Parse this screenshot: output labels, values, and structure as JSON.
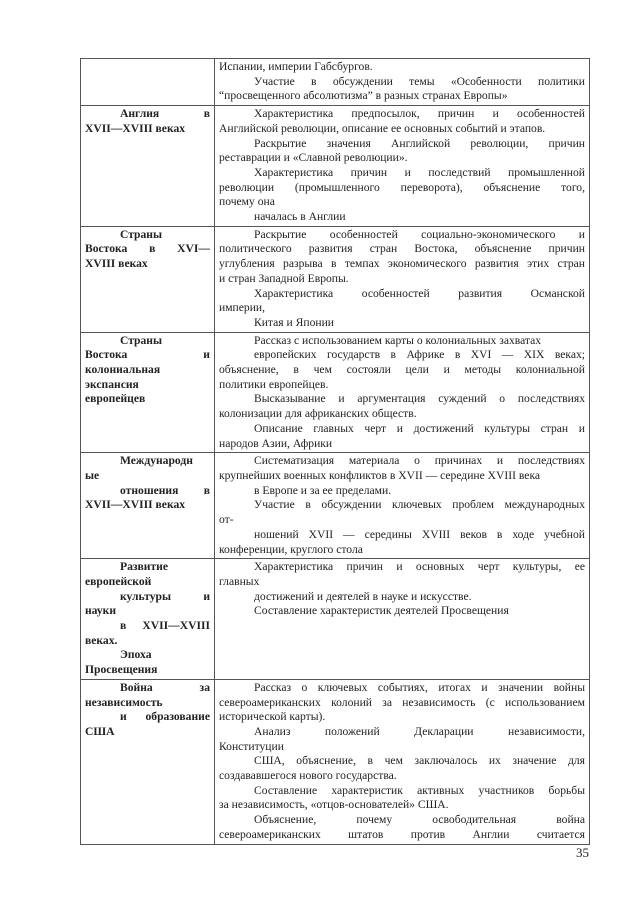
{
  "rows": [
    {
      "topic": [],
      "activities": [
        "Испании, империи Габсбургов.",
        "Участие в обсуждении темы «Особенности политики",
        "“просвещенного абсолютизма” в разных странах Европы»"
      ]
    },
    {
      "topic": [
        "Англия в",
        "XVII—XVIII веках"
      ],
      "activities": [
        "Характеристика предпосылок, причин и особенностей",
        "Английской революции, описание ее основных событий и этапов.",
        "Раскрытие значения Английской революции, причин",
        "реставрации и «Славной революции».",
        "Характеристика причин и последствий промышленной",
        "революции (промышленного переворота), объяснение того,",
        "почему она",
        "началась в Англии"
      ]
    },
    {
      "topic": [
        "Страны",
        "Востока в XVI—",
        "XVIII веках"
      ],
      "activities": [
        "Раскрытие особенностей социально-экономического и",
        "политического развития стран Востока, объяснение причин",
        "углубления разрыва в темпах экономического развития этих стран",
        "и стран Западной Европы.",
        "Характеристика особенностей развития Османской",
        "империи,",
        "Китая и Японии"
      ]
    },
    {
      "topic": [
        "Страны",
        "Востока и",
        "колониальная",
        "экспансия",
        "европейцев"
      ],
      "activities": [
        "Рассказ с использованием карты о колониальных захватах",
        "европейских государств в Африке в XVI — XIX веках;",
        "объяснение, в чем состояли цели и методы колониальной",
        "политики европейцев.",
        "Высказывание и аргументация суждений о последствиях",
        "колонизации для африканских обществ.",
        "Описание главных черт и достижений культуры стран и",
        "народов Азии, Африки"
      ]
    },
    {
      "topic": [
        "Международн",
        "ые",
        "отношения в",
        "XVII—XVIII веках"
      ],
      "activities": [
        "Систематизация материала о причинах и последствиях",
        "крупнейших военных конфликтов в XVII — середине XVIII века",
        "в Европе и за ее пределами.",
        "Участие в обсуждении ключевых проблем международных",
        "от-",
        "ношений XVII — середины XVIII веков в ходе учебной",
        "конференции, круглого стола"
      ]
    },
    {
      "topic": [
        "Развитие",
        "европейской",
        "культуры и",
        "науки",
        "в XVII—XVIII",
        "веках.",
        "Эпоха",
        "Просвещения"
      ],
      "activities": [
        "Характеристика причин и основных черт культуры, ее",
        "главных",
        "достижений и деятелей в науке и искусстве.",
        "Составление характеристик деятелей Просвещения"
      ]
    },
    {
      "topic": [
        "Война за",
        "независимость",
        "и образование",
        "США"
      ],
      "activities": [
        "Рассказ о ключевых событиях, итогах и значении войны",
        "североамериканских колоний за независимость (с использованием",
        "исторической карты).",
        "Анализ положений Декларации независимости,",
        "Конституции",
        "США, объяснение, в чем заключалось их значение для",
        "создававшегося нового государства.",
        "Составление характеристик активных участников борьбы",
        "за независимость, «отцов-основателей» США.",
        "Объяснение, почему освободительная война",
        "североамериканских штатов против Англии считается"
      ]
    }
  ],
  "page_number": "35"
}
